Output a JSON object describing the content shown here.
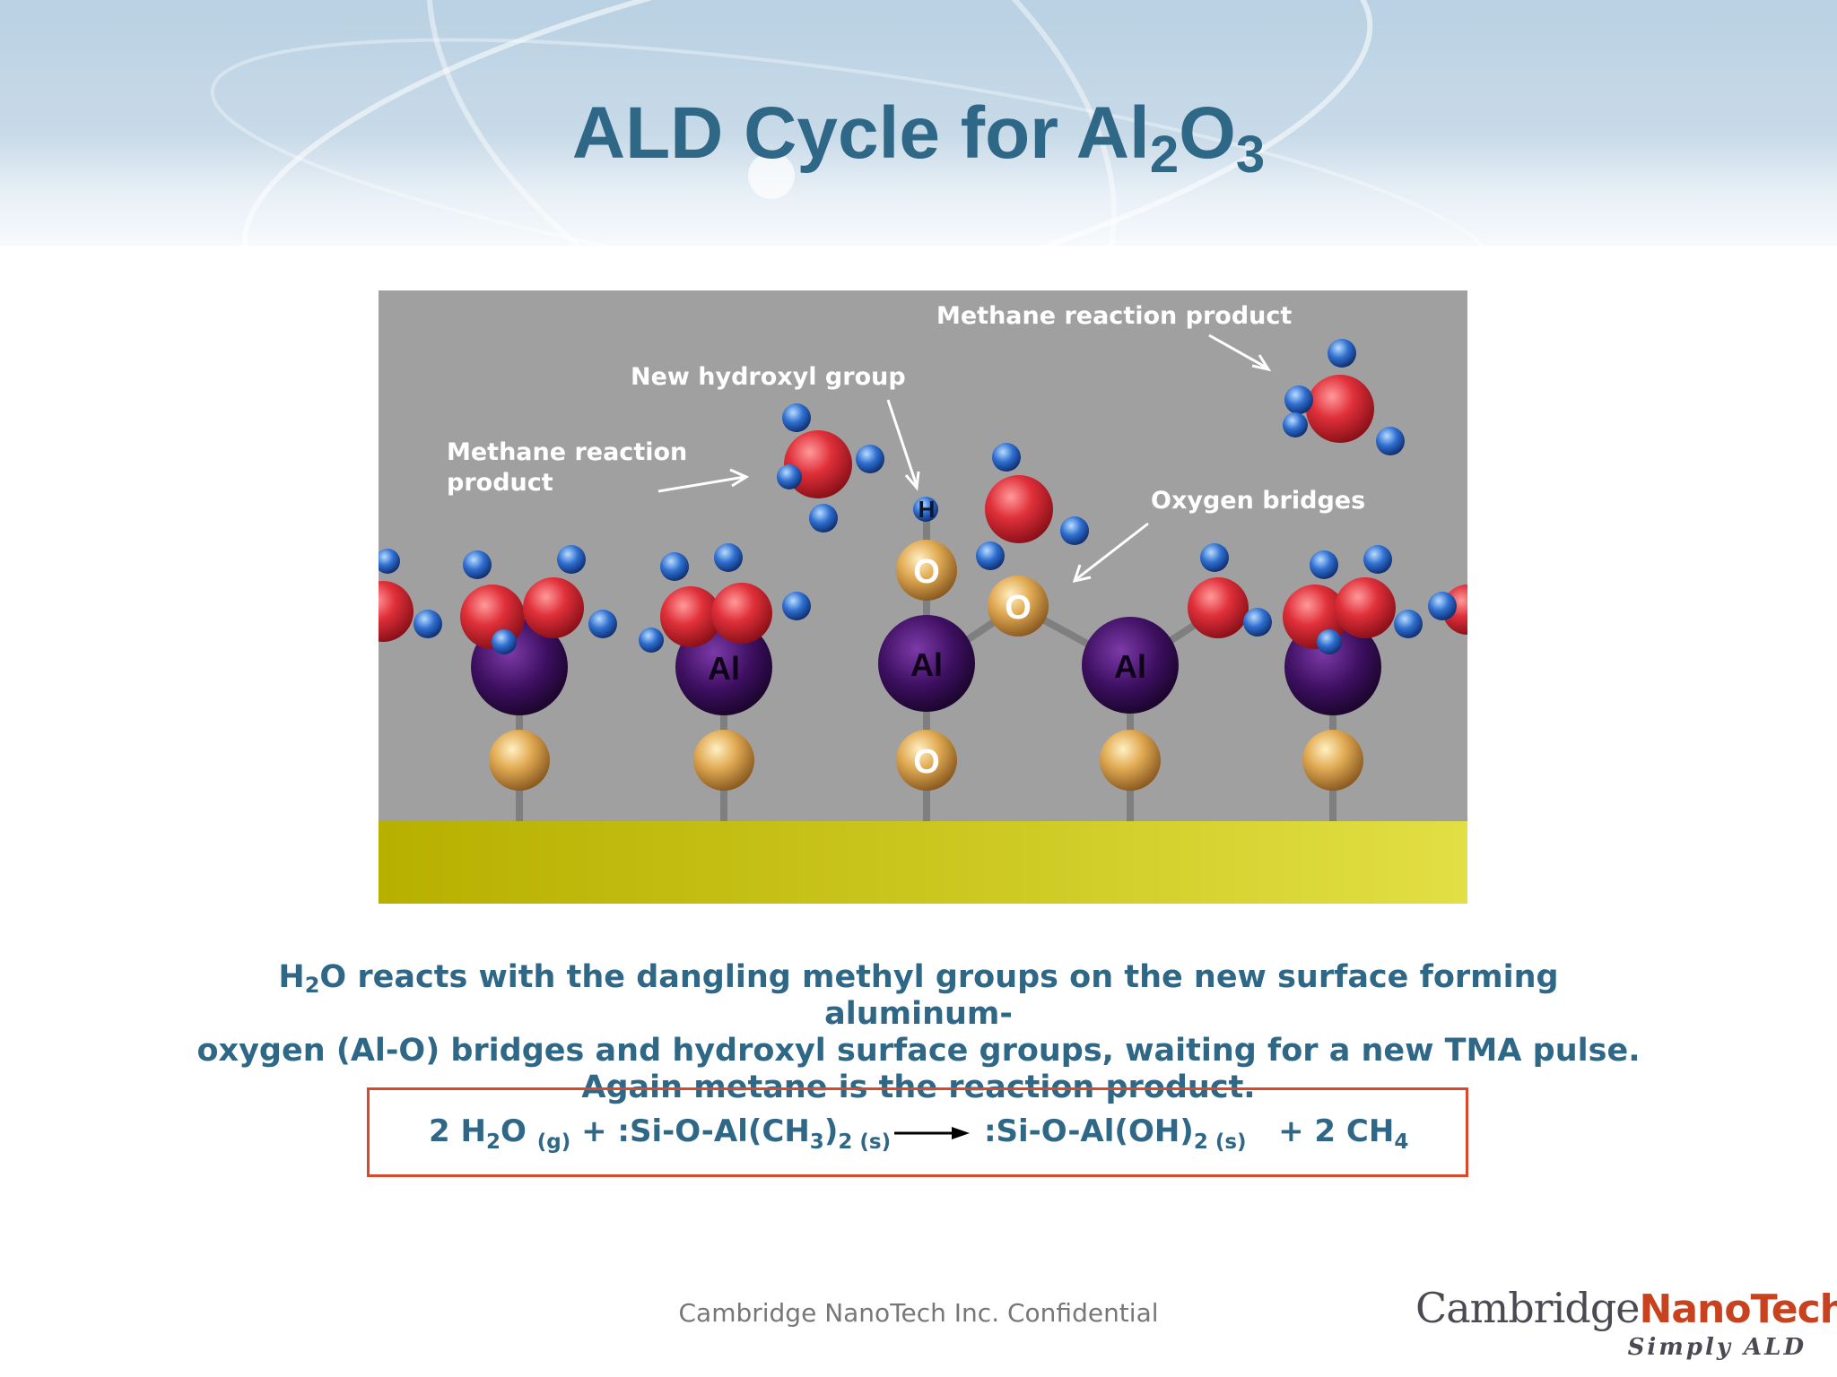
{
  "slide": {
    "title": {
      "main": "ALD Cycle for Al",
      "sub1": "2",
      "mid": "O",
      "sub2": "3"
    },
    "figure": {
      "labels": {
        "methane_top": "Methane reaction product",
        "hydroxyl": "New hydroxyl group",
        "methane_left_1": "Methane reaction",
        "methane_left_2": "product",
        "oxygen_bridges": "Oxygen bridges"
      },
      "atoms": {
        "al": "Al",
        "o": "O",
        "h": "H"
      }
    },
    "description": {
      "h": "H",
      "sub": "2",
      "line1_rest": "O reacts with the dangling methyl groups on the new surface forming aluminum-",
      "line2": "oxygen (Al-O) bridges and hydroxyl surface groups, waiting for a new TMA pulse.",
      "line3": "Again metane is the reaction product."
    },
    "equation": {
      "p1": "2 H",
      "p1_sub": "2",
      "p2": "O",
      "p2_sub": "(g)",
      "p3": "+ :Si-O-Al(CH",
      "p3_sub": "3",
      "p4": ")",
      "p4_sub": "2 (s)",
      "p5": ":Si-O-Al(OH)",
      "p5_sub": "2 (s)",
      "p6": "+ 2 CH",
      "p6_sub": "4"
    },
    "footer": "Cambridge NanoTech Inc. Confidential",
    "logo": {
      "part1": "Cambridge",
      "part2": "NanoTech",
      "tagline": "Simply ALD"
    }
  },
  "colors": {
    "title": "#2f6787",
    "border": "#d8492c",
    "aluminum": "#3d0f60",
    "oxygen": "#d6a04a",
    "methyl_carbon": "#e0303a",
    "hydrogen": "#2f6fd0",
    "substrate": "#cfcb25",
    "background": "#a1a0a1"
  }
}
